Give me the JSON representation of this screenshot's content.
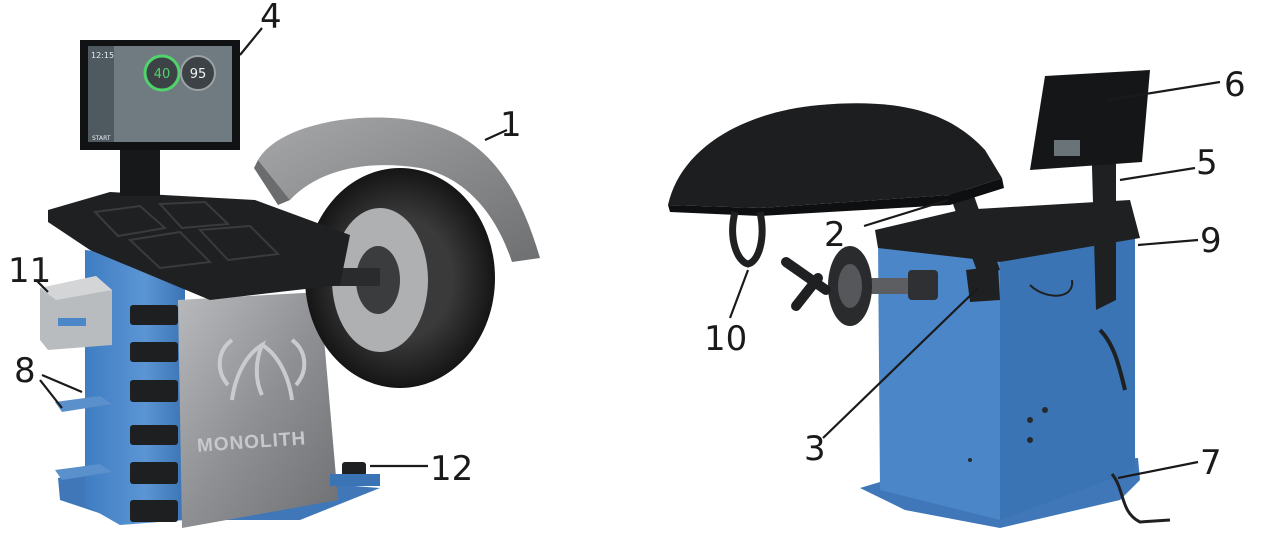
{
  "brand": {
    "logo_text": "MONOLITH"
  },
  "screen": {
    "clock": "12:15",
    "gauge_left_value": "40",
    "gauge_right_value": "95",
    "start_button": "START"
  },
  "callouts": [
    {
      "id": "1",
      "label": "1",
      "part": "wheel-guard-hood"
    },
    {
      "id": "2",
      "label": "2",
      "part": "hood-hinge-bracket"
    },
    {
      "id": "3",
      "label": "3",
      "part": "shaft-mounting-plate"
    },
    {
      "id": "4",
      "label": "4",
      "part": "monitor"
    },
    {
      "id": "5",
      "label": "5",
      "part": "monitor-stand"
    },
    {
      "id": "6",
      "label": "6",
      "part": "monitor-mount"
    },
    {
      "id": "7",
      "label": "7",
      "part": "power-cable"
    },
    {
      "id": "8",
      "label": "8",
      "part": "cone-storage-shelves"
    },
    {
      "id": "9",
      "label": "9",
      "part": "weight-tray-top"
    },
    {
      "id": "10",
      "label": "10",
      "part": "hood-handle"
    },
    {
      "id": "11",
      "label": "11",
      "part": "printer"
    },
    {
      "id": "12",
      "label": "12",
      "part": "foot-pedal-brake"
    }
  ],
  "colors": {
    "cabinet_blue": "#4a86c8",
    "cabinet_blue_dark": "#2f68a8",
    "hood_gray": "#8d8e90",
    "panel_silver": "#9c9ea1",
    "plastic_black": "#1f2022",
    "screen_bg": "#6f7b80",
    "gauge_green": "#4fd36a"
  }
}
